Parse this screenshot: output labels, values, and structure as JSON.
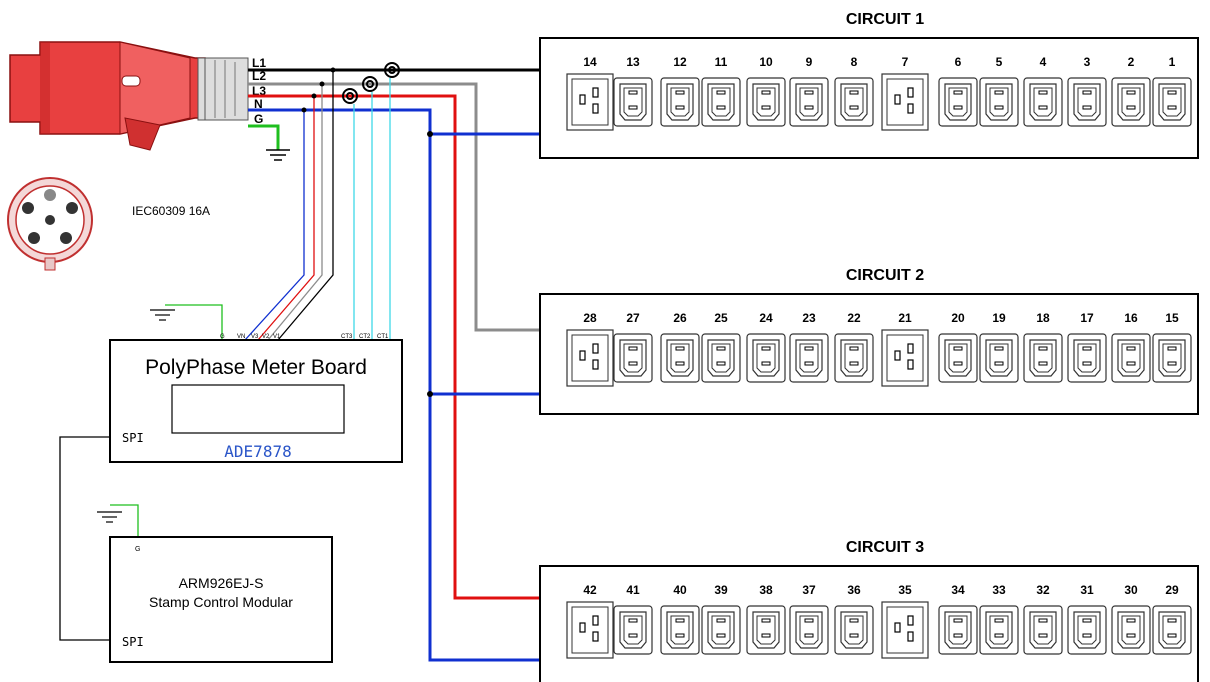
{
  "plug": {
    "standard_label": "IEC60309 16A",
    "wire_labels": [
      "L1",
      "L2",
      "L3",
      "N",
      "G"
    ]
  },
  "meter_board": {
    "title": "PolyPhase Meter Board",
    "chip": "ADE7878",
    "spi_label": "SPI",
    "pins": [
      "G",
      "VN",
      "V3",
      "V2",
      "V1",
      "CT3",
      "CT2",
      "CT1"
    ]
  },
  "control_module": {
    "line1": "ARM926EJ-S",
    "line2": "Stamp Control Modular",
    "spi_label": "SPI",
    "ground_pin": "G"
  },
  "circuits": [
    {
      "title": "CIRCUIT 1",
      "outlets": [
        "14",
        "13",
        "12",
        "11",
        "10",
        "9",
        "8",
        "7",
        "6",
        "5",
        "4",
        "3",
        "2",
        "1"
      ]
    },
    {
      "title": "CIRCUIT 2",
      "outlets": [
        "28",
        "27",
        "26",
        "25",
        "24",
        "23",
        "22",
        "21",
        "20",
        "19",
        "18",
        "17",
        "16",
        "15"
      ]
    },
    {
      "title": "CIRCUIT 3",
      "outlets": [
        "42",
        "41",
        "40",
        "39",
        "38",
        "37",
        "36",
        "35",
        "34",
        "33",
        "32",
        "31",
        "30",
        "29"
      ]
    }
  ],
  "colors": {
    "L1": "#000000",
    "L2": "#8c8c8c",
    "L3": "#e01010",
    "N": "#1030d0",
    "G": "#1fbf1f",
    "CT": "#3fd8e8",
    "chip_text": "#2a55c8",
    "plug": "#e03030"
  }
}
